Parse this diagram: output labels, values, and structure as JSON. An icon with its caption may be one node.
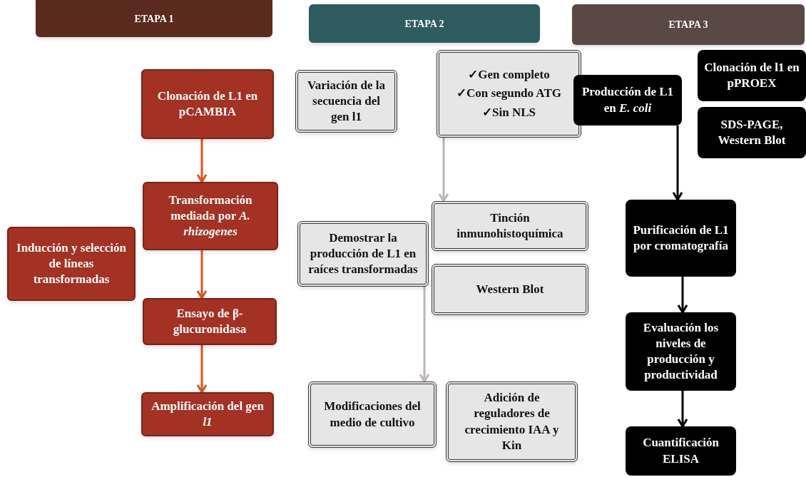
{
  "diagram": {
    "nodes": [
      {
        "text": [
          "ETAPA 1"
        ]
      },
      {
        "text": [
          "ETAPA 2"
        ]
      },
      {
        "text": [
          "ETAPA 3"
        ]
      },
      {
        "text": [
          "Clonación de L1 en pCAMBIA"
        ]
      },
      {
        "text": [
          "Transformación mediada por *A. rhizogenes*"
        ]
      },
      {
        "text": [
          "Inducción y selección de líneas transformadas"
        ]
      },
      {
        "text": [
          "Ensayo de β-glucuronidasa"
        ]
      },
      {
        "text": [
          "Amplificación del gen *l1*"
        ]
      },
      {
        "text": [
          "Variación de la secuencia del gen l1"
        ]
      },
      {
        "text": [
          "✓Gen completo",
          "✓Con segundo ATG",
          "✓Sin NLS"
        ]
      },
      {
        "text": [
          "Demostrar la producción de L1 en raíces transformadas"
        ]
      },
      {
        "text": [
          "Tinción inmunohistoquímica"
        ]
      },
      {
        "text": [
          "Western Blot"
        ]
      },
      {
        "text": [
          "Modificaciones del medio de cultivo"
        ]
      },
      {
        "text": [
          "Adición de reguladores de crecimiento IAA y Kin"
        ]
      },
      {
        "text": [
          "Producción de L1 en *E. coli*"
        ]
      },
      {
        "text": [
          "Clonación de l1 en pPROEX"
        ]
      },
      {
        "text": [
          "SDS-PAGE, Western Blot"
        ]
      },
      {
        "text": [
          "Purificación de L1 por cromatografía"
        ]
      },
      {
        "text": [
          "Evaluación los niveles de producción y productividad"
        ]
      },
      {
        "text": [
          "Cuantificación ELISA"
        ]
      }
    ],
    "edges": [
      {
        "from": 3,
        "to": 4,
        "arrow": "to",
        "color": "#d9541e"
      },
      {
        "from": 4,
        "to": 6,
        "arrow": "to",
        "color": "#d9541e"
      },
      {
        "from": 6,
        "to": 7,
        "arrow": "to",
        "color": "#d9541e"
      },
      {
        "from": 9,
        "to": 11,
        "arrow": "to",
        "color": "#bdb5b5"
      },
      {
        "from": 10,
        "to": 13,
        "arrow": "to",
        "color": "#bdb5b5"
      },
      {
        "from": 15,
        "to": 18,
        "arrow": "to",
        "color": "#000000"
      },
      {
        "from": 18,
        "to": 19,
        "arrow": "to",
        "color": "#000000"
      },
      {
        "from": 19,
        "to": 20,
        "arrow": "to",
        "color": "#000000"
      }
    ]
  }
}
